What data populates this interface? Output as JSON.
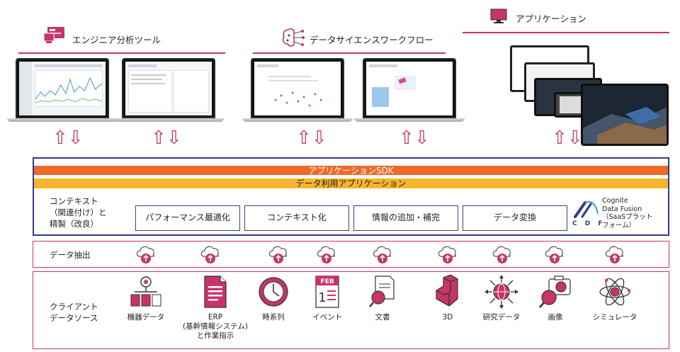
{
  "headers": {
    "engineer_tools": "エンジニア分析ツール",
    "data_science": "データサイエンスワークフロー",
    "applications": "アプリケーション"
  },
  "arrows": {
    "glyph": "⇧⇩"
  },
  "bars": {
    "sdk": "アプリケーションSDK",
    "data_apps": "データ利用アプリケーション"
  },
  "context": {
    "label": [
      "コンテキスト",
      "（関連付け）と",
      "精製（改良）"
    ],
    "boxes": [
      "パフォーマンス最適化",
      "コンテキスト化",
      "情報の追加・補完",
      "データ変換"
    ],
    "logo_letters": "C D F",
    "cognite": [
      "Cognite",
      "Data Fusion",
      "（SaaSプラット",
      "フォーム）"
    ]
  },
  "extraction": {
    "label": "データ抽出"
  },
  "sources": {
    "label": [
      "クライアント",
      "データソース"
    ],
    "items": [
      {
        "label": "機器データ",
        "icon": "device-network-icon"
      },
      {
        "label": "ERP\n(基幹情報システム)\nと作業指示",
        "icon": "document-icon"
      },
      {
        "label": "時系列",
        "icon": "clock-icon"
      },
      {
        "label": "イベント",
        "icon": "calendar-icon"
      },
      {
        "label": "文書",
        "icon": "document-search-icon"
      },
      {
        "label": "3D",
        "icon": "cube-3d-icon"
      },
      {
        "label": "研究データ",
        "icon": "globe-arrows-icon"
      },
      {
        "label": "画像",
        "icon": "camera-search-icon"
      },
      {
        "label": "シミュレータ",
        "icon": "atom-icon"
      }
    ],
    "calendar_month": "FEB"
  },
  "colors": {
    "pink": "#c8336a",
    "navy": "#2e3a8c",
    "sdk_orange": "#ee6a2a",
    "apps_yellow": "#f7b52d"
  }
}
